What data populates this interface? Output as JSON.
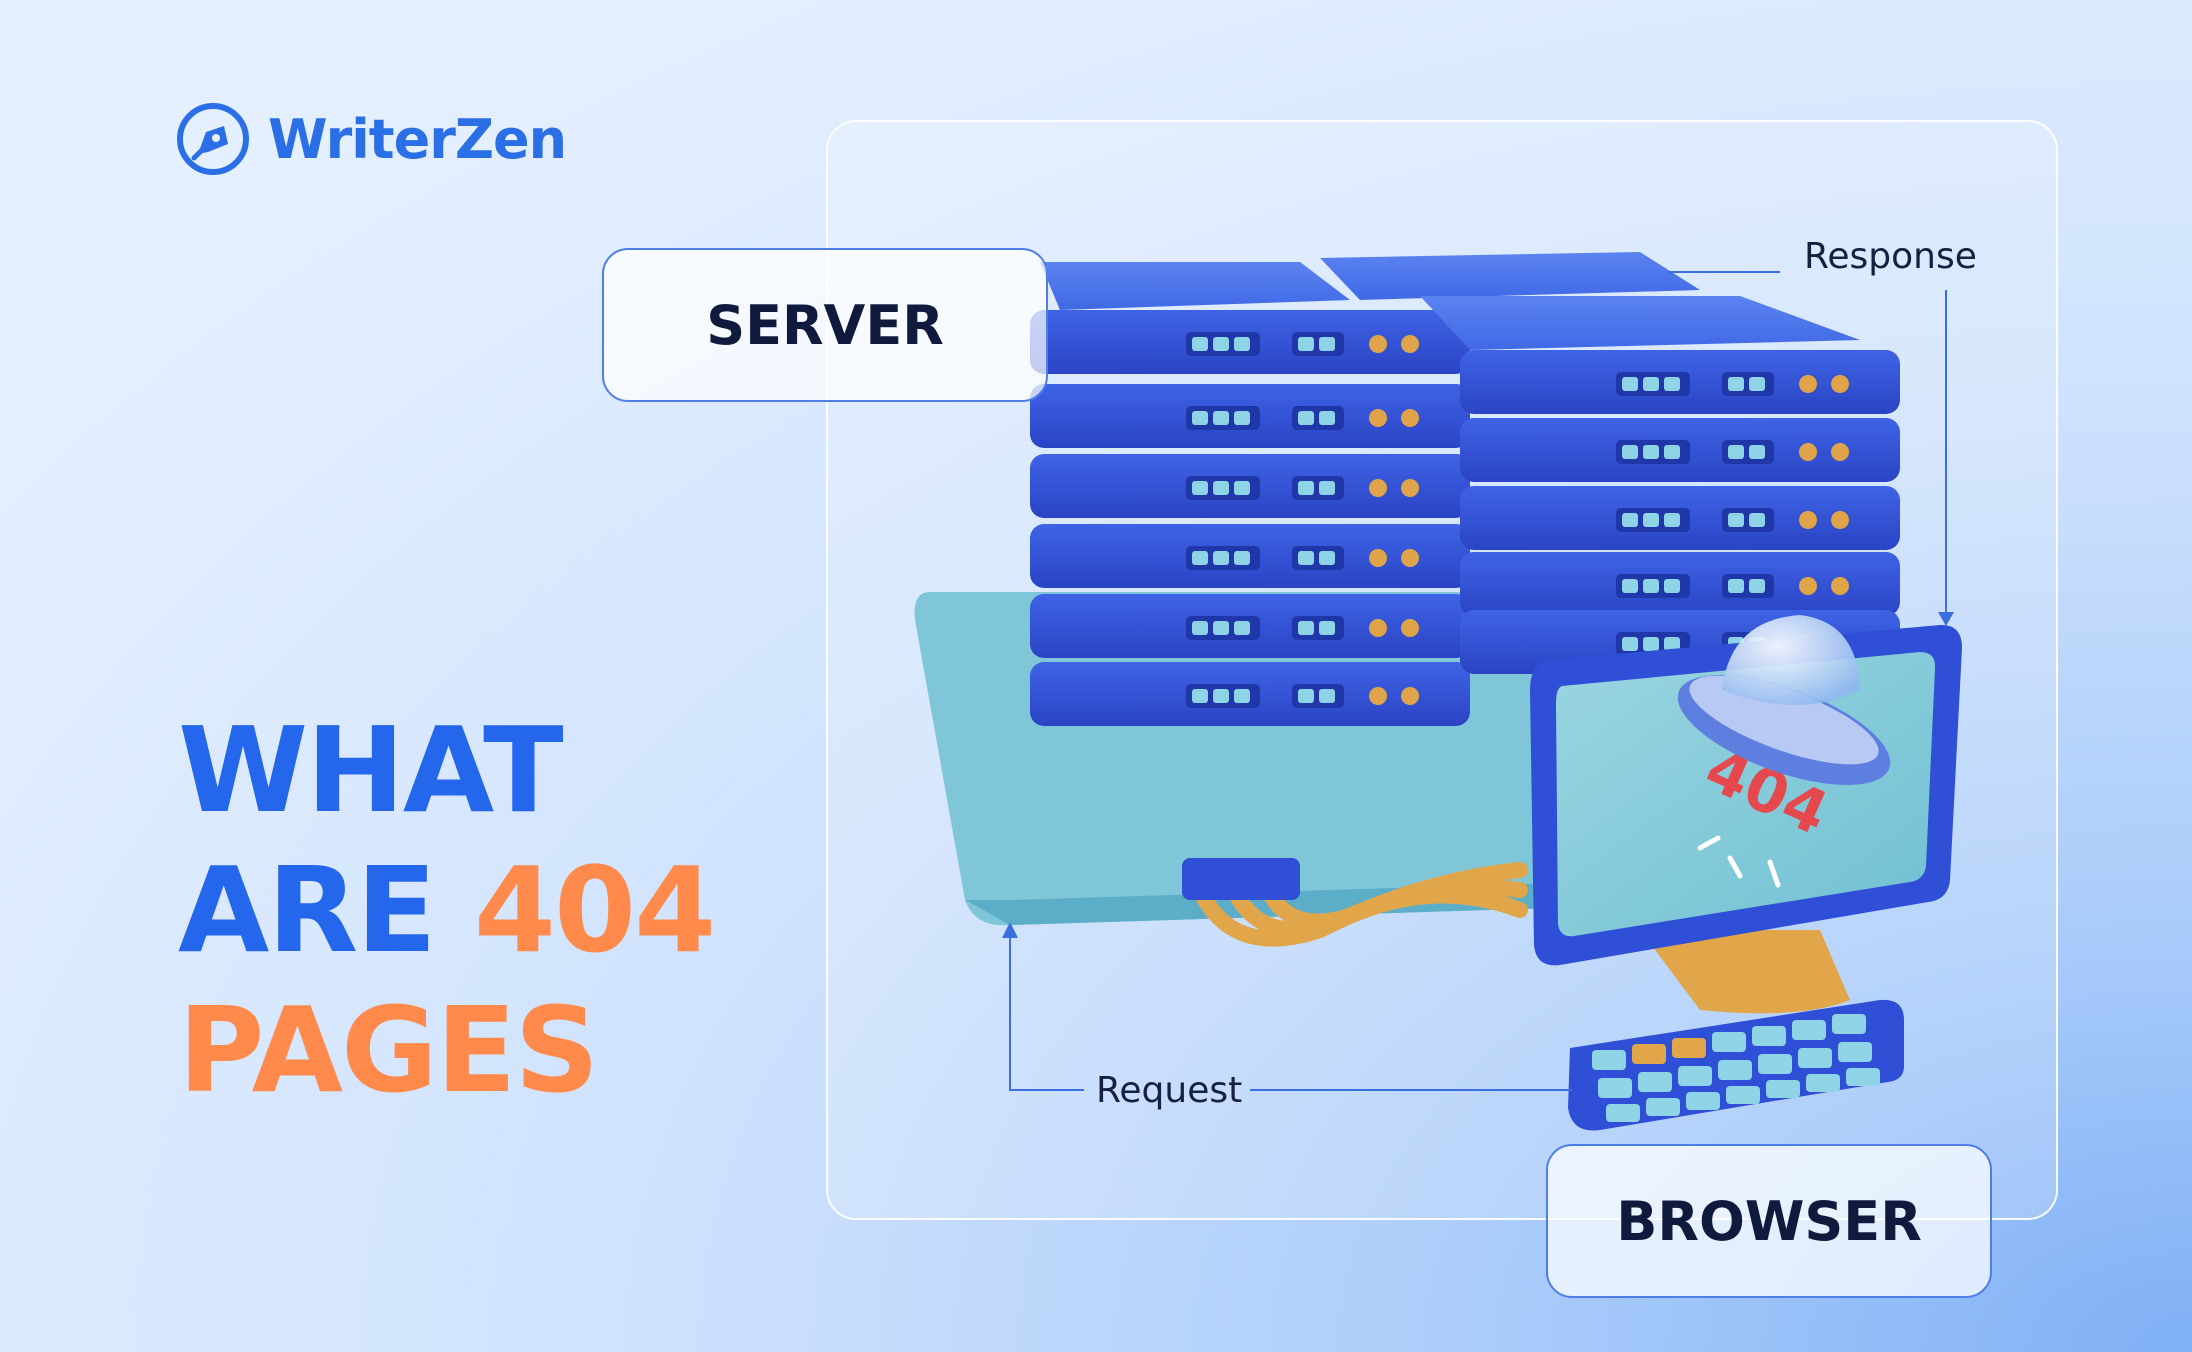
{
  "brand": {
    "name": "WriterZen",
    "color": "#2b6fe6"
  },
  "headline": {
    "line1": "WHAT",
    "line2_a": "ARE",
    "line2_b": "404",
    "line3": "PAGES",
    "blue": "#2467ec",
    "orange": "#ff8a4c"
  },
  "diagram": {
    "server_label": "SERVER",
    "browser_label": "BROWSER",
    "response_label": "Response",
    "request_label": "Request",
    "error_code": "404"
  }
}
